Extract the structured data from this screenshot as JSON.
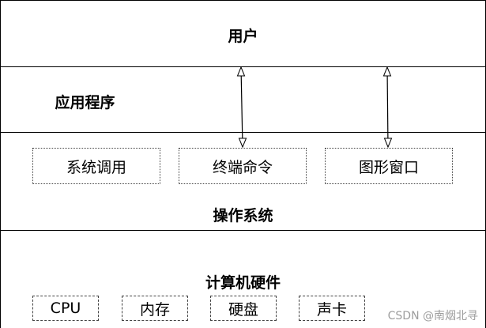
{
  "user_layer": {
    "title": "用户"
  },
  "app_layer": {
    "title": "应用程序"
  },
  "os_layer": {
    "title": "操作系统",
    "components": [
      {
        "label": "系统调用"
      },
      {
        "label": "终端命令"
      },
      {
        "label": "图形窗口"
      }
    ]
  },
  "hardware_layer": {
    "title": "计算机硬件",
    "components": [
      {
        "label": "CPU"
      },
      {
        "label": "内存"
      },
      {
        "label": "硬盘"
      },
      {
        "label": "声卡"
      }
    ]
  },
  "watermark": "CSDN @南烟北寻"
}
